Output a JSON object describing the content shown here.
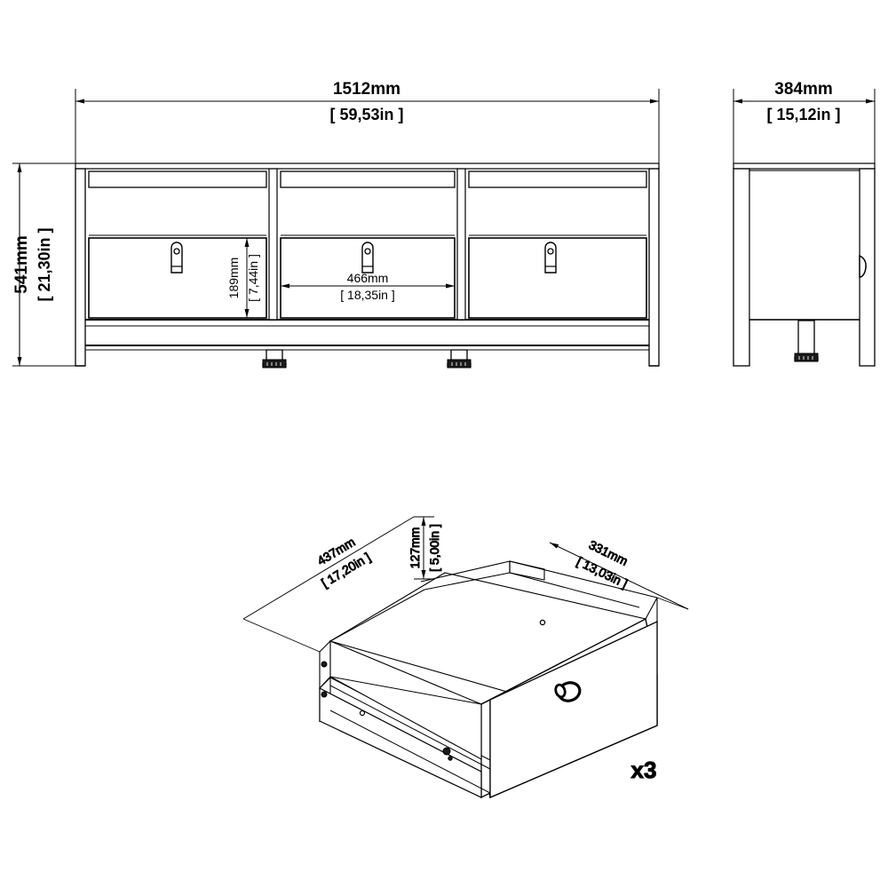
{
  "drawing": {
    "title": "TV unit assembly dimension drawing",
    "line_color": "#000000",
    "background_color": "#ffffff",
    "units_primary": "mm",
    "units_secondary": "in"
  },
  "views": {
    "front": {
      "name": "front-elevation",
      "dimensions": {
        "overall_width": {
          "mm": "1512mm",
          "in": "[ 59,53in ]"
        },
        "overall_height": {
          "mm": "541mm",
          "in": "[ 21,30in ]"
        },
        "drawer_front_height": {
          "mm": "189mm",
          "in": "[ 7,44in ]"
        },
        "drawer_front_width": {
          "mm": "466mm",
          "in": "[ 18,35in ]"
        }
      },
      "compartments": 3,
      "handles": 3,
      "feet": 2
    },
    "side": {
      "name": "side-elevation",
      "dimensions": {
        "overall_depth": {
          "mm": "384mm",
          "in": "[ 15,12in ]"
        }
      },
      "feet": 1
    },
    "drawer_detail": {
      "name": "drawer-isometric-detail",
      "dimensions": {
        "drawer_side_length": {
          "mm": "437mm",
          "in": "[ 17,20in ]"
        },
        "drawer_height": {
          "mm": "127mm",
          "in": "[ 5,00in ]"
        },
        "drawer_width": {
          "mm": "331mm",
          "in": "[ 13,03in ]"
        }
      },
      "quantity_label": "x3"
    }
  }
}
